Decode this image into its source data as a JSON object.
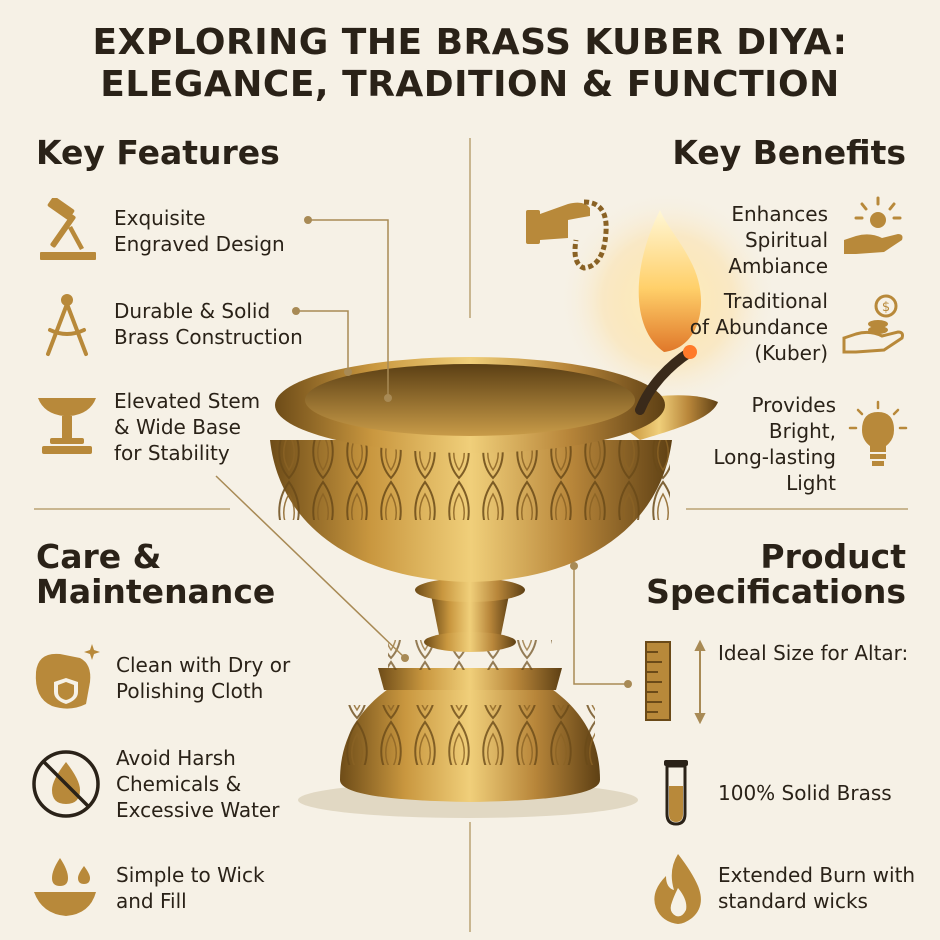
{
  "title": {
    "line1": "EXPLORING THE BRASS KUBER DIYA:",
    "line2": "ELEGANCE, TRADITION & FUNCTION"
  },
  "key_features": {
    "heading": "Key Features",
    "items": [
      {
        "line1": "Exquisite",
        "line2": "Engraved Design",
        "icon": "hammer-chisel-icon"
      },
      {
        "line1": "Durable & Solid",
        "line2": "Brass Construction",
        "icon": "compass-icon"
      },
      {
        "line1": "Elevated Stem",
        "line2": "& Wide Base",
        "line3": "for Stability",
        "icon": "pedestal-icon"
      }
    ]
  },
  "key_benefits": {
    "heading": "Key Benefits",
    "items": [
      {
        "line1": "Enhances",
        "line2": "Spiritual",
        "line3": "Ambiance",
        "icon": "hand-sun-icon"
      },
      {
        "line1": "Traditional",
        "line2": "of Abundance",
        "line3": "(Kuber)",
        "icon": "hand-coins-icon"
      },
      {
        "line1": "Provides",
        "line2": "Bright,",
        "line3": "Long-lasting",
        "line4": "Light",
        "icon": "lightbulb-icon"
      }
    ]
  },
  "care": {
    "heading_line1": "Care &",
    "heading_line2": "Maintenance",
    "items": [
      {
        "line1": "Clean with Dry or",
        "line2": "Polishing Cloth",
        "icon": "cloth-sparkle-icon"
      },
      {
        "line1": "Avoid Harsh",
        "line2": "Chemicals &",
        "line3": "Excessive Water",
        "icon": "no-water-icon"
      },
      {
        "line1": "Simple to Wick",
        "line2": "and Fill",
        "icon": "diya-drop-icon"
      }
    ]
  },
  "specs": {
    "heading_line1": "Product",
    "heading_line2": "Specifications",
    "items": [
      {
        "line1": "Ideal Size for Altar:",
        "icon": "ruler-icon"
      },
      {
        "line1": "100% Solid Brass",
        "icon": "test-tube-icon"
      },
      {
        "line1": "Extended Burn with",
        "line2": "standard wicks",
        "icon": "flame-icon"
      }
    ]
  },
  "colors": {
    "background": "#f6f1e6",
    "text": "#2a2218",
    "brass": "#b8893a",
    "accent_line": "#a88a55"
  }
}
